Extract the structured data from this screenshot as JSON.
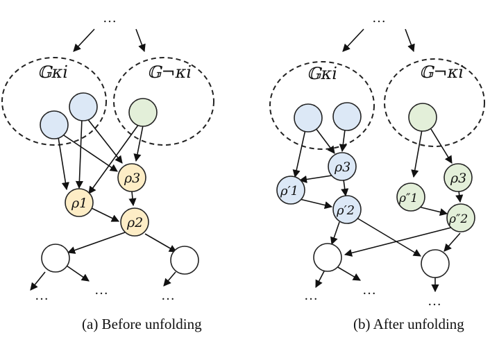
{
  "colors": {
    "blue": "#dce8f6",
    "green": "#e3efd9",
    "yellow": "#fdedc6",
    "white": "#ffffff"
  },
  "panel_a": {
    "caption": "(a) Before unfolding",
    "cluster_left_label": "𝔾κi",
    "cluster_right_label": "𝔾¬κi",
    "nodes": {
      "rho1": "ρ1",
      "rho2": "ρ2",
      "rho3": "ρ3"
    },
    "ellipsis": "…"
  },
  "panel_b": {
    "caption": "(b) After unfolding",
    "cluster_left_label": "𝔾κi",
    "cluster_right_label": "𝔾¬κi",
    "nodes": {
      "rho3_blue": "ρ3",
      "rho1_prime": "ρ′1",
      "rho2_prime": "ρ′2",
      "rho3_green": "ρ3",
      "rho1_dprime": "ρ″1",
      "rho2_dprime": "ρ″2"
    },
    "ellipsis": "…"
  }
}
